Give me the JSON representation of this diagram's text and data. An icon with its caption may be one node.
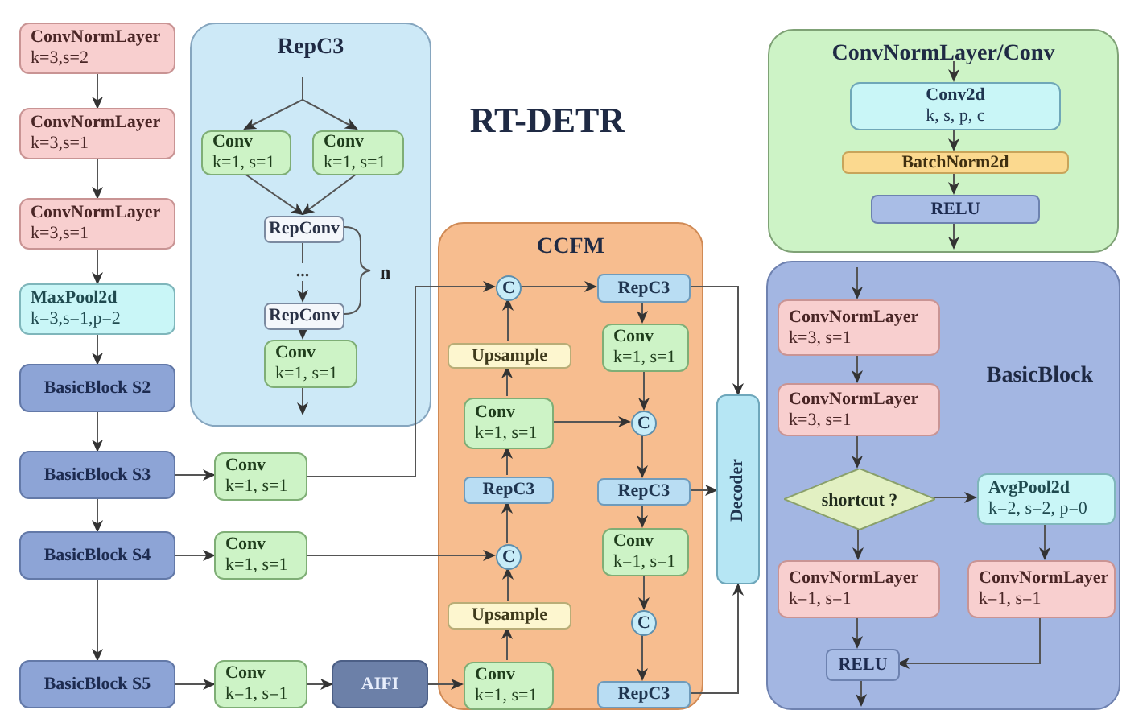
{
  "diagram": {
    "title": "RT-DETR",
    "nodes": [
      {
        "text": [
          "ConvNormLayer",
          "k=3,s=2"
        ]
      },
      {
        "text": [
          "ConvNormLayer",
          "k=3,s=1"
        ]
      },
      {
        "text": [
          "ConvNormLayer",
          "k=3,s=1"
        ]
      },
      {
        "text": [
          "MaxPool2d",
          "k=3,s=1,p=2"
        ]
      },
      {
        "text": [
          "BasicBlock S2"
        ]
      },
      {
        "text": [
          "BasicBlock S3"
        ]
      },
      {
        "text": [
          "BasicBlock S4"
        ]
      },
      {
        "text": [
          "BasicBlock S5"
        ]
      },
      {
        "text": [
          "RepC3"
        ]
      },
      {
        "text": [
          "Conv",
          "k=1, s=1"
        ],
        "in": 8
      },
      {
        "text": [
          "Conv",
          "k=1, s=1"
        ],
        "in": 8
      },
      {
        "text": [
          "RepConv"
        ],
        "in": 8
      },
      {
        "text": [
          "RepConv"
        ],
        "in": 8
      },
      {
        "text": [
          "Conv",
          "k=1, s=1"
        ],
        "in": 8
      },
      {
        "text": [
          "Conv",
          "k=1, s=1"
        ]
      },
      {
        "text": [
          "Conv",
          "k=1, s=1"
        ]
      },
      {
        "text": [
          "Conv",
          "k=1, s=1"
        ]
      },
      {
        "text": [
          "AIFI"
        ]
      },
      {
        "text": [
          "CCFM"
        ]
      },
      {
        "text": [
          "C"
        ],
        "in": 18
      },
      {
        "text": [
          "RepC3"
        ],
        "in": 18
      },
      {
        "text": [
          "Upsample"
        ],
        "in": 18
      },
      {
        "text": [
          "Conv",
          "k=1, s=1"
        ],
        "in": 18
      },
      {
        "text": [
          "Conv",
          "k=1, s=1"
        ],
        "in": 18
      },
      {
        "text": [
          "C"
        ],
        "in": 18
      },
      {
        "text": [
          "RepC3"
        ],
        "in": 18
      },
      {
        "text": [
          "RepC3"
        ],
        "in": 18
      },
      {
        "text": [
          "C"
        ],
        "in": 18
      },
      {
        "text": [
          "Conv",
          "k=1, s=1"
        ],
        "in": 18
      },
      {
        "text": [
          "Upsample"
        ],
        "in": 18
      },
      {
        "text": [
          "C"
        ],
        "in": 18
      },
      {
        "text": [
          "Conv",
          "k=1, s=1"
        ],
        "in": 18
      },
      {
        "text": [
          "RepC3"
        ],
        "in": 18
      },
      {
        "text": [
          "Decoder"
        ]
      },
      {
        "text": [
          "ConvNormLayer/Conv"
        ]
      },
      {
        "text": [
          "Conv2d",
          "k, s, p, c"
        ],
        "in": 34
      },
      {
        "text": [
          "BatchNorm2d"
        ],
        "in": 34
      },
      {
        "text": [
          "RELU"
        ],
        "in": 34
      },
      {
        "text": [
          "BasicBlock"
        ]
      },
      {
        "text": [
          "ConvNormLayer",
          "k=3, s=1"
        ],
        "in": 38
      },
      {
        "text": [
          "ConvNormLayer",
          "k=3, s=1"
        ],
        "in": 38
      },
      {
        "text": [
          "shortcut ?"
        ],
        "in": 38
      },
      {
        "text": [
          "AvgPool2d",
          "k=2, s=2, p=0"
        ],
        "in": 38
      },
      {
        "text": [
          "ConvNormLayer",
          "k=1, s=1"
        ],
        "in": 38
      },
      {
        "text": [
          "ConvNormLayer",
          "k=1, s=1"
        ],
        "in": 38
      },
      {
        "text": [
          "RELU"
        ],
        "in": 38
      }
    ],
    "edges": [
      {
        "from": 0,
        "to": 1,
        "arrow": "to"
      },
      {
        "from": 1,
        "to": 2,
        "arrow": "to"
      },
      {
        "from": 2,
        "to": 3,
        "arrow": "to"
      },
      {
        "from": 3,
        "to": 4,
        "arrow": "to"
      },
      {
        "from": 4,
        "to": 5,
        "arrow": "to"
      },
      {
        "from": 5,
        "to": 6,
        "arrow": "to"
      },
      {
        "from": 6,
        "to": 7,
        "arrow": "to"
      },
      {
        "from": 5,
        "to": 14,
        "arrow": "to"
      },
      {
        "from": 6,
        "to": 15,
        "arrow": "to"
      },
      {
        "from": 7,
        "to": 16,
        "arrow": "to"
      },
      {
        "from": 16,
        "to": 17,
        "arrow": "to"
      },
      {
        "from": 17,
        "to": 31,
        "arrow": "to"
      },
      {
        "from": 14,
        "to": 19,
        "arrow": "to"
      },
      {
        "from": null,
        "to": 9,
        "arrow": "to"
      },
      {
        "from": null,
        "to": 10,
        "arrow": "to"
      },
      {
        "from": 9,
        "to": 11,
        "arrow": "to"
      },
      {
        "from": 10,
        "to": 11,
        "arrow": "to"
      },
      {
        "from": 11,
        "to": 12,
        "arrow": "to",
        "label": "..."
      },
      {
        "from": 12,
        "to": 13,
        "arrow": "to"
      },
      {
        "from": 13,
        "to": null,
        "arrow": "to"
      },
      {
        "from": 31,
        "to": 29,
        "arrow": "to"
      },
      {
        "from": 29,
        "to": 27,
        "arrow": "to"
      },
      {
        "from": 15,
        "to": 27,
        "arrow": "to"
      },
      {
        "from": 27,
        "to": 25,
        "arrow": "to"
      },
      {
        "from": 25,
        "to": 23,
        "arrow": "to"
      },
      {
        "from": 23,
        "to": 21,
        "arrow": "to"
      },
      {
        "from": 21,
        "to": 19,
        "arrow": "to"
      },
      {
        "from": 19,
        "to": 20,
        "arrow": "to"
      },
      {
        "from": 20,
        "to": 22,
        "arrow": "to"
      },
      {
        "from": 22,
        "to": 24,
        "arrow": "to"
      },
      {
        "from": 23,
        "to": 24,
        "arrow": "to"
      },
      {
        "from": 24,
        "to": 26,
        "arrow": "to"
      },
      {
        "from": 26,
        "to": 28,
        "arrow": "to"
      },
      {
        "from": 28,
        "to": 30,
        "arrow": "to"
      },
      {
        "from": 30,
        "to": 32,
        "arrow": "to"
      },
      {
        "from": 20,
        "to": 33,
        "arrow": "to"
      },
      {
        "from": 26,
        "to": 33,
        "arrow": "to"
      },
      {
        "from": 32,
        "to": 33,
        "arrow": "to"
      },
      {
        "from": null,
        "to": 35,
        "arrow": "to"
      },
      {
        "from": 35,
        "to": 36,
        "arrow": "to"
      },
      {
        "from": 36,
        "to": 37,
        "arrow": "to"
      },
      {
        "from": 37,
        "to": null,
        "arrow": "to"
      },
      {
        "from": null,
        "to": 39,
        "arrow": "to"
      },
      {
        "from": 39,
        "to": 40,
        "arrow": "to"
      },
      {
        "from": 40,
        "to": 41,
        "arrow": "to"
      },
      {
        "from": 41,
        "to": 42,
        "arrow": "to"
      },
      {
        "from": 41,
        "to": 43,
        "arrow": "to"
      },
      {
        "from": 42,
        "to": 44,
        "arrow": "to"
      },
      {
        "from": 43,
        "to": 45,
        "arrow": "to"
      },
      {
        "from": 44,
        "to": 45,
        "arrow": "to"
      },
      {
        "from": 45,
        "to": null,
        "arrow": "to"
      }
    ],
    "labels": [
      "n"
    ]
  }
}
